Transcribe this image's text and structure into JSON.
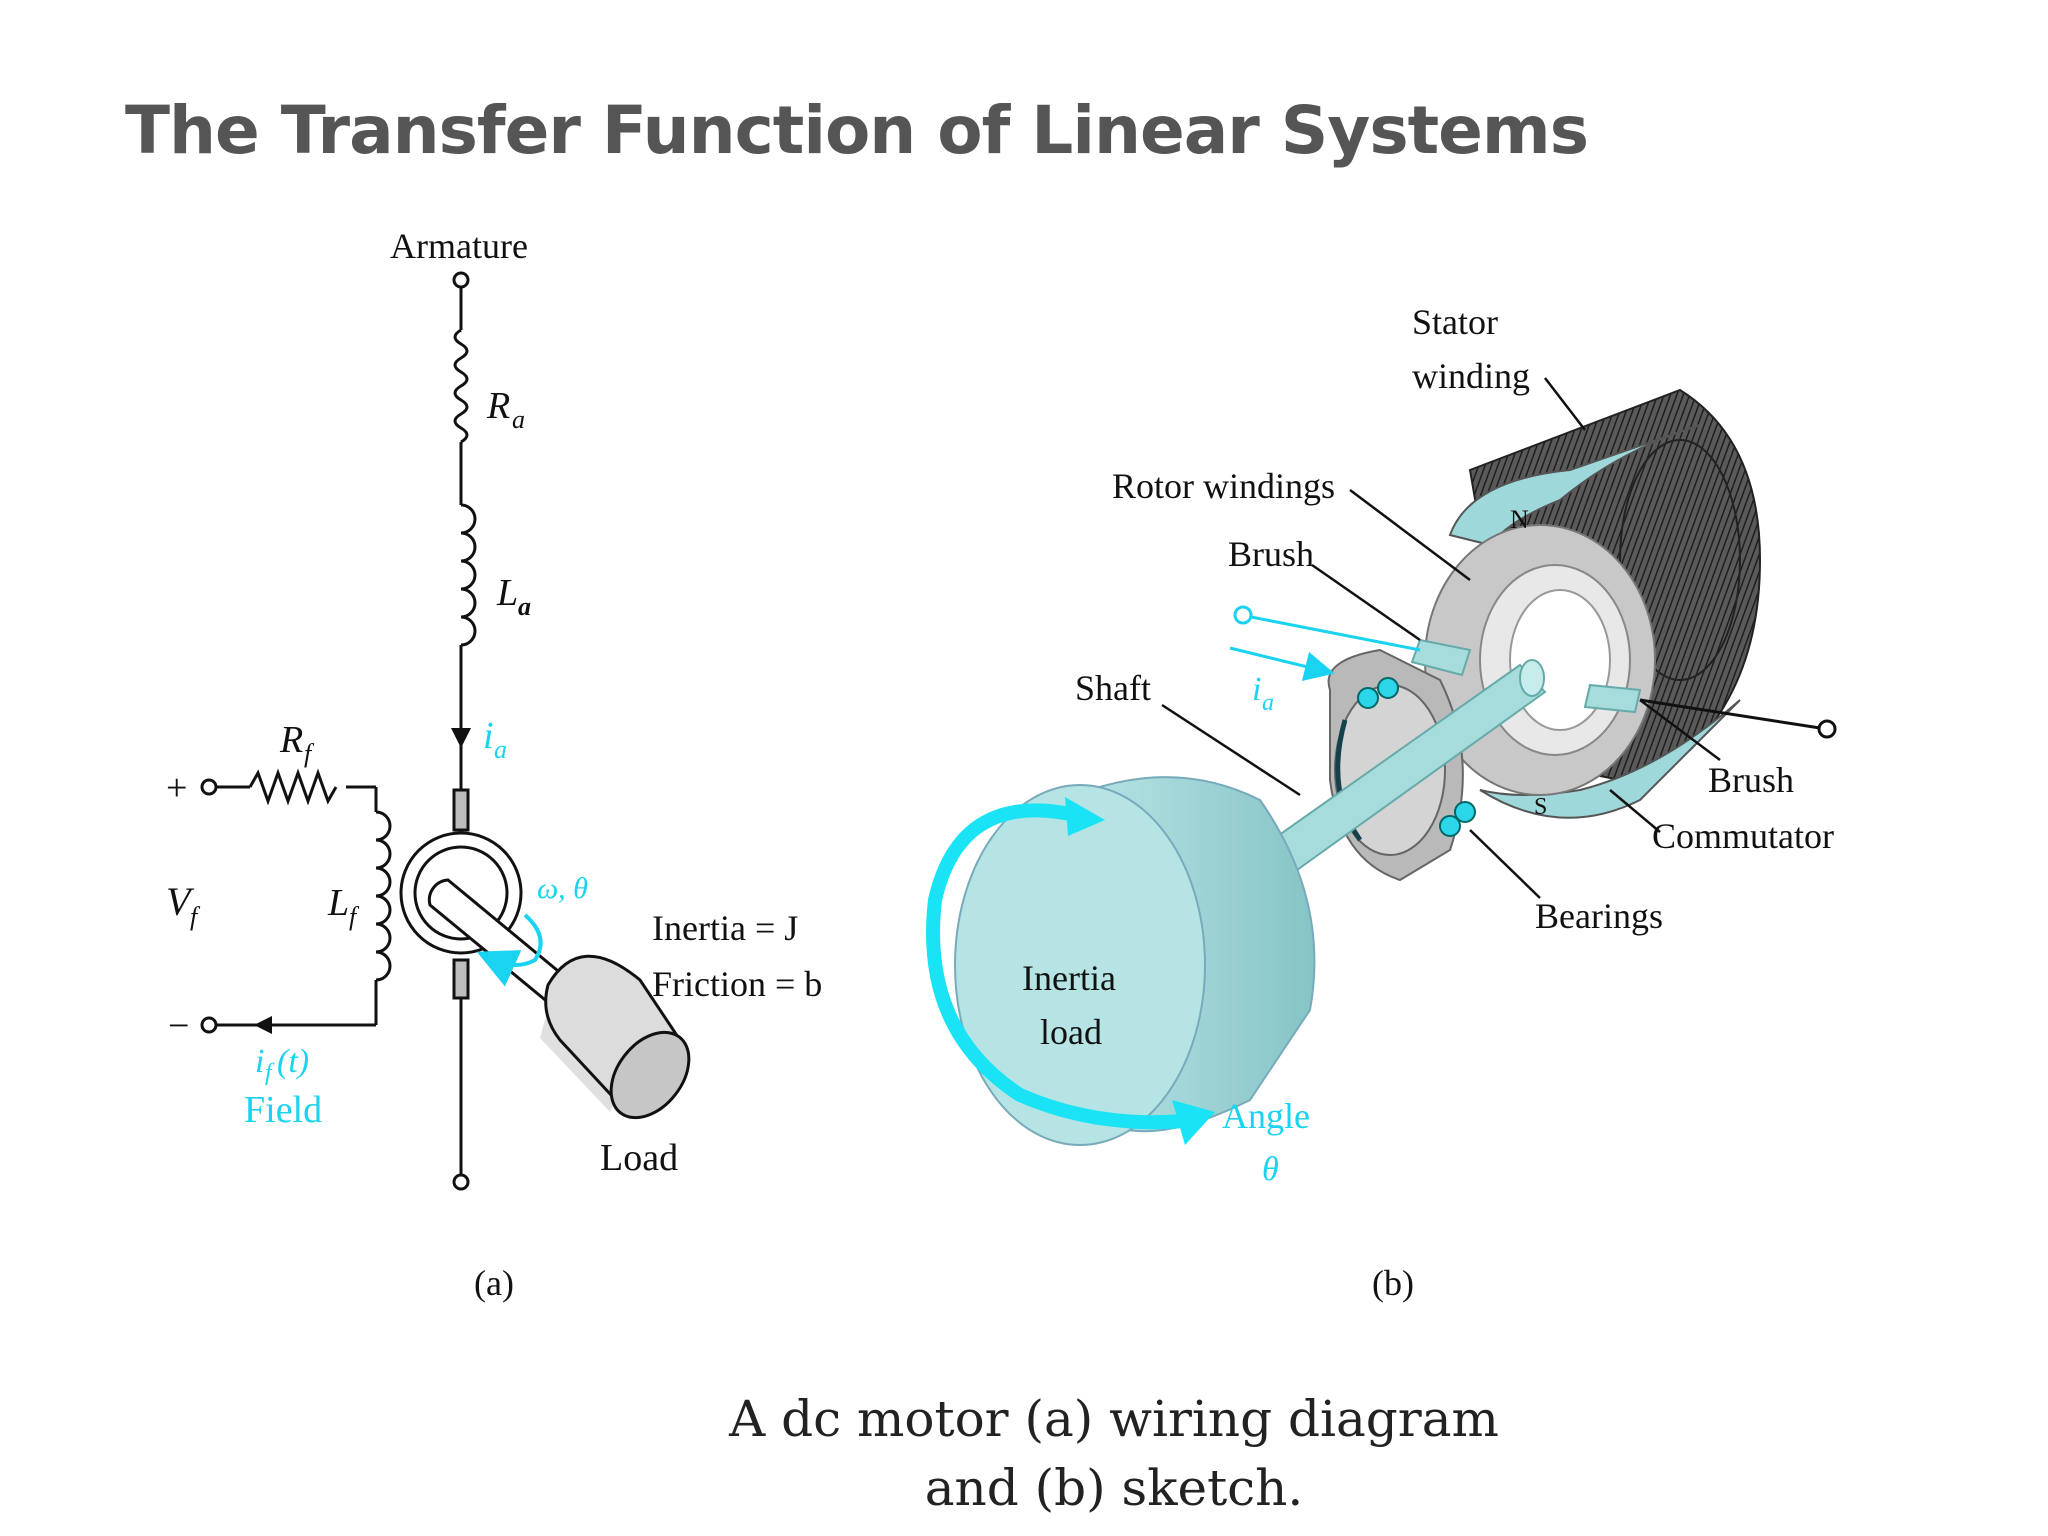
{
  "slide": {
    "title": "The Transfer Function of Linear Systems",
    "caption_line1": "A dc motor (a) wiring diagram",
    "caption_line2": "and (b) sketch."
  },
  "wiring_diagram": {
    "armature": "Armature",
    "ra": "R",
    "ra_sub": "a",
    "la": "L",
    "la_sub": "a",
    "ia": "i",
    "ia_sub": "a",
    "rf": "R",
    "rf_sub": "f",
    "lf": "L",
    "lf_sub": "f",
    "vf": "V",
    "vf_sub": "f",
    "plus": "+",
    "minus": "−",
    "if_t": "i",
    "if_sub": "f",
    "if_arg": "(t)",
    "field": "Field",
    "omega_theta": "ω, θ",
    "inertia": "Inertia = J",
    "friction": "Friction = b",
    "load": "Load",
    "panel_label": "(a)"
  },
  "sketch": {
    "stator_line1": "Stator",
    "stator_line2": "winding",
    "rotor_windings": "Rotor windings",
    "brush_top": "Brush",
    "shaft": "Shaft",
    "ia": "i",
    "ia_sub": "a",
    "brush_right": "Brush",
    "commutator": "Commutator",
    "bearings": "Bearings",
    "inertia_line1": "Inertia",
    "inertia_line2": "load",
    "angle": "Angle",
    "theta": "θ",
    "n_pole": "N",
    "s_pole": "S",
    "panel_label": "(b)"
  },
  "colors": {
    "accent_cyan": "#19d3f0",
    "teal_body": "#9ed4d6",
    "title_gray": "#555555"
  }
}
